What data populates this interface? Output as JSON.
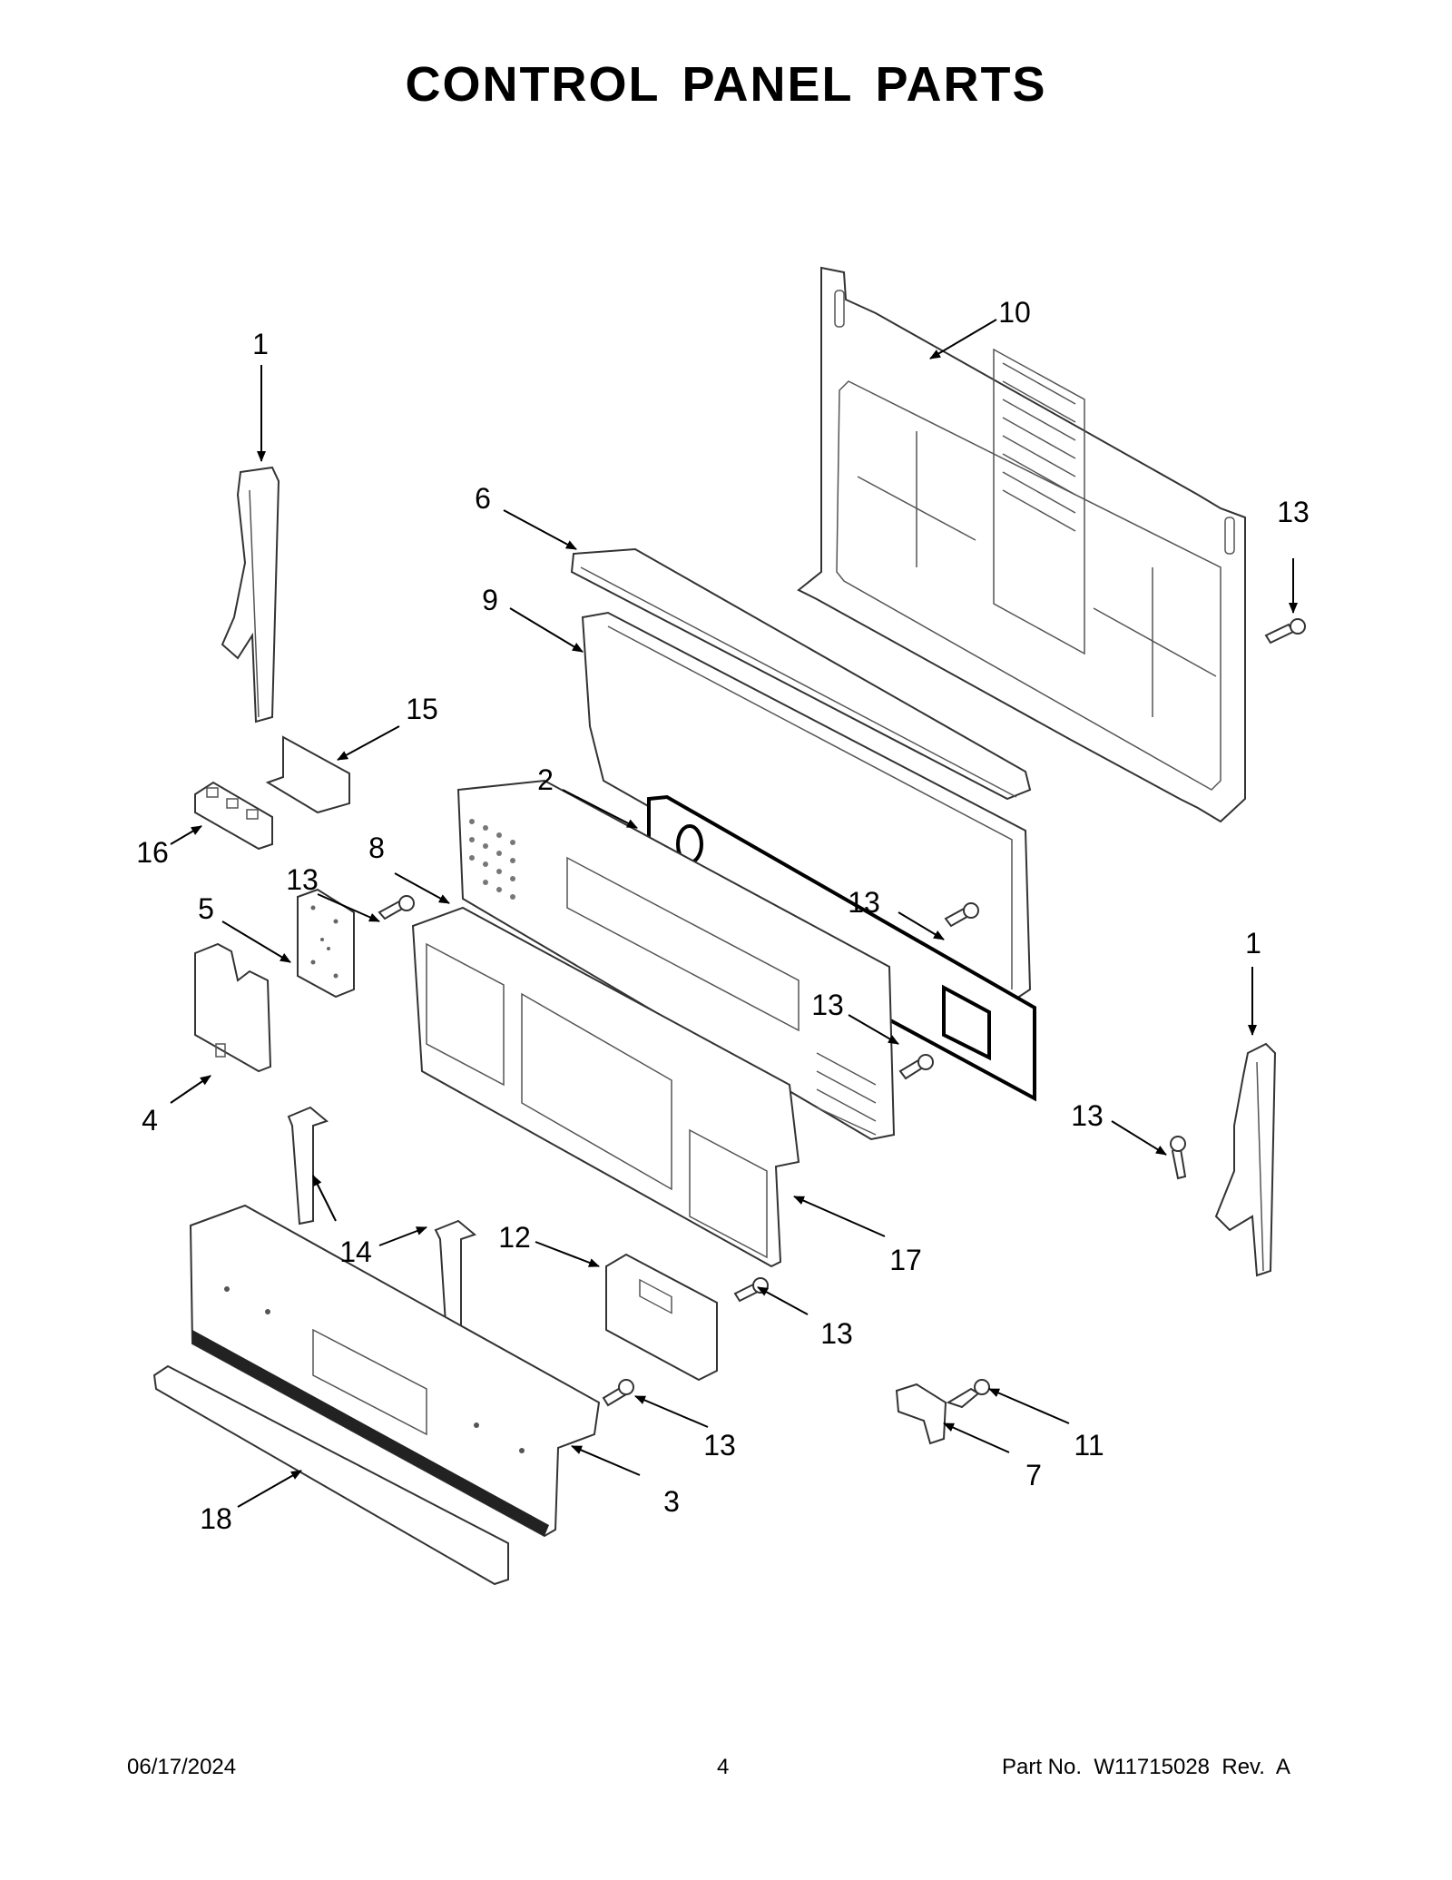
{
  "title": "CONTROL PANEL PARTS",
  "footer": {
    "date": "06/17/2024",
    "page": "4",
    "part_no": "Part No.  W11715028  Rev.  A"
  },
  "callouts": {
    "c1a": "1",
    "c1b": "1",
    "c2": "2",
    "c3": "3",
    "c4": "4",
    "c5": "5",
    "c6": "6",
    "c7": "7",
    "c8": "8",
    "c9": "9",
    "c10": "10",
    "c11": "11",
    "c12": "12",
    "c13a": "13",
    "c13b": "13",
    "c13c": "13",
    "c13d": "13",
    "c13e": "13",
    "c13f": "13",
    "c13g": "13",
    "c14": "14",
    "c15": "15",
    "c16": "16",
    "c17": "17",
    "c18": "18"
  }
}
